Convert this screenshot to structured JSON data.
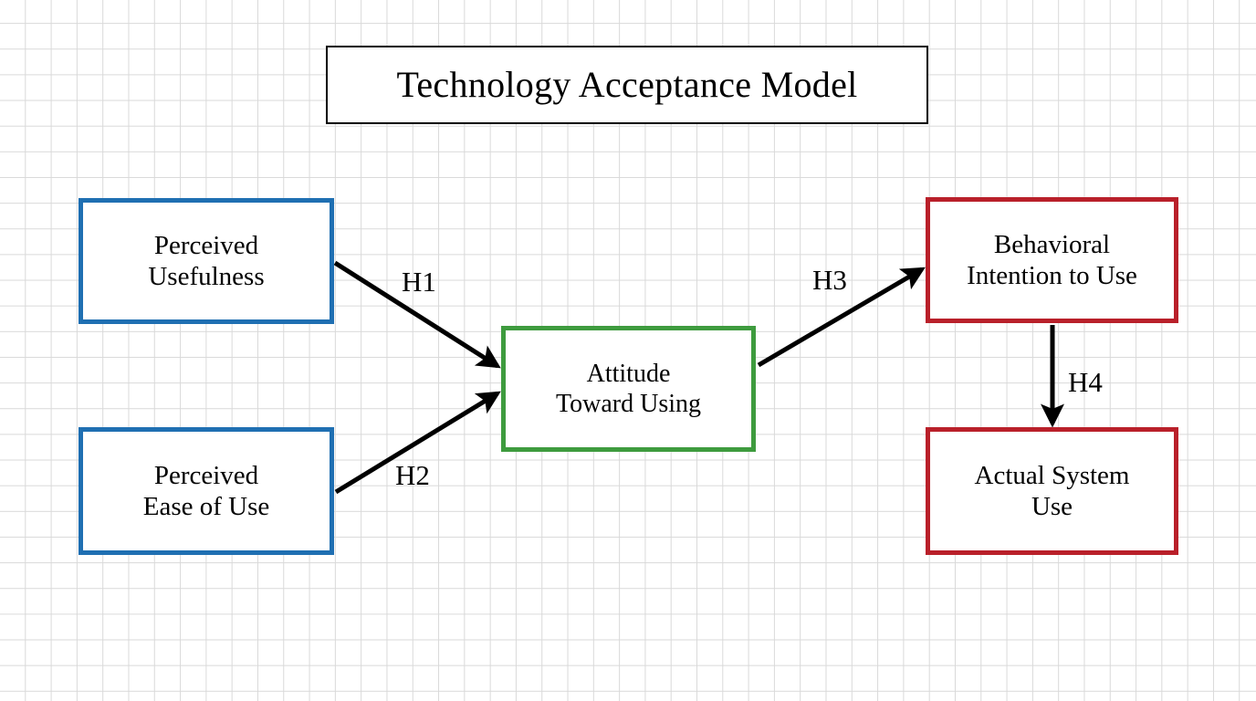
{
  "diagram": {
    "title": "Technology Acceptance Model",
    "nodes": [
      {
        "id": "perceived-usefulness",
        "label": "Perceived\nUsefulness",
        "color": "#1F6FB2"
      },
      {
        "id": "perceived-ease-of-use",
        "label": "Perceived\nEase of Use",
        "color": "#1F6FB2"
      },
      {
        "id": "attitude-toward-using",
        "label": "Attitude\nToward Using",
        "color": "#3E9B3E"
      },
      {
        "id": "behavioral-intention",
        "label": "Behavioral\nIntention to Use",
        "color": "#B9202A"
      },
      {
        "id": "actual-system-use",
        "label": "Actual System\nUse",
        "color": "#B9202A"
      }
    ],
    "edges": [
      {
        "id": "h1",
        "label": "H1",
        "from": "perceived-usefulness",
        "to": "attitude-toward-using"
      },
      {
        "id": "h2",
        "label": "H2",
        "from": "perceived-ease-of-use",
        "to": "attitude-toward-using"
      },
      {
        "id": "h3",
        "label": "H3",
        "from": "attitude-toward-using",
        "to": "behavioral-intention"
      },
      {
        "id": "h4",
        "label": "H4",
        "from": "behavioral-intention",
        "to": "actual-system-use"
      }
    ],
    "colors": {
      "blue": "#1F6FB2",
      "green": "#3E9B3E",
      "red": "#B9202A",
      "arrow": "#000000",
      "grid": "#d9d9d9",
      "background": "#ffffff"
    }
  }
}
